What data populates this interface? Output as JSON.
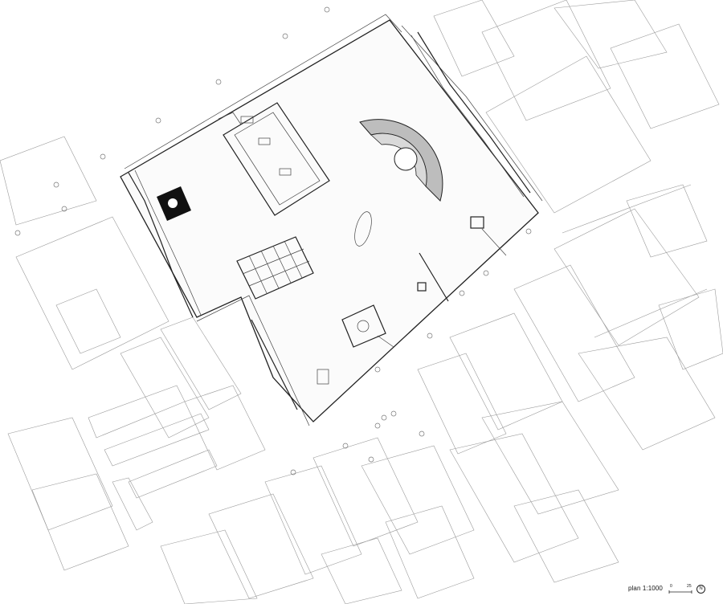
{
  "legend": {
    "plan_label": "plan 1:1000",
    "scale_start": "0",
    "scale_end": "25",
    "north_symbol": "N"
  }
}
